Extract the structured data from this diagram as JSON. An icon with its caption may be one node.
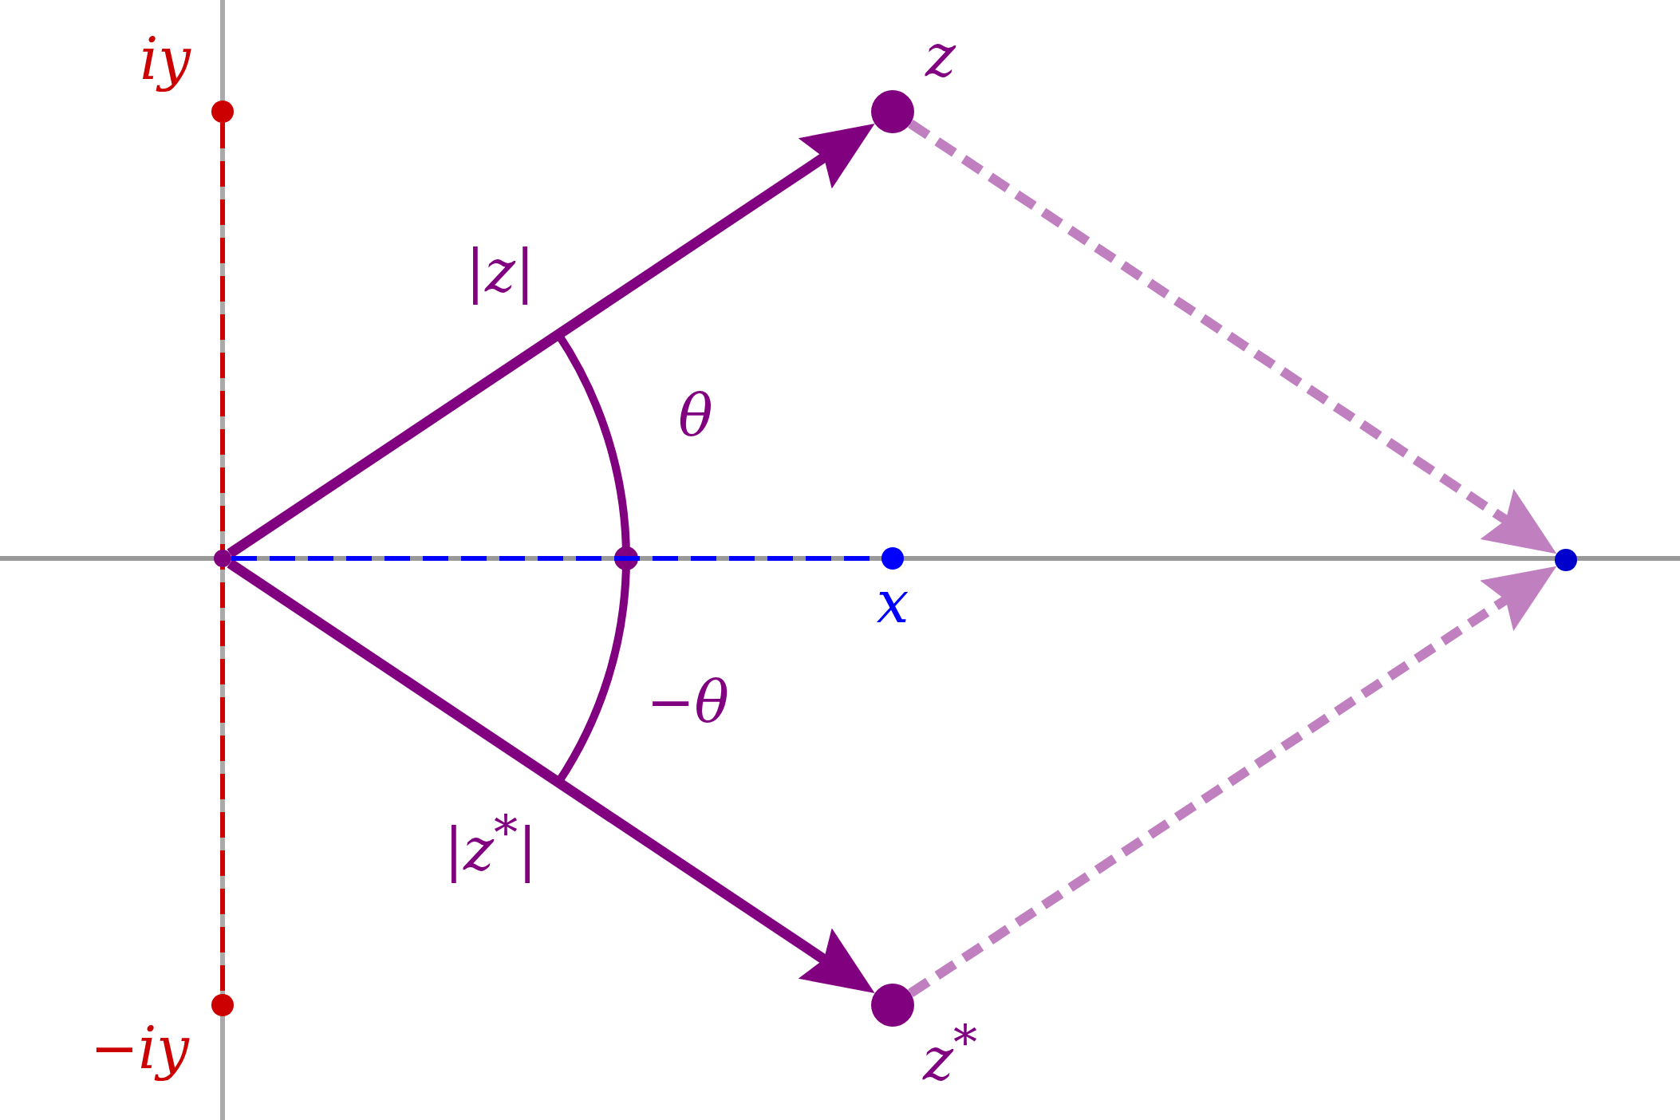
{
  "diagram": {
    "nodes": [
      {
        "text": [],
        "shape": "circle"
      },
      {
        "text": [],
        "shape": "circle",
        "beside": [
          "z"
        ]
      },
      {
        "text": [],
        "shape": "circle",
        "beside": [
          "z$^{*}$"
        ]
      },
      {
        "text": [],
        "shape": "circle",
        "beside": [
          "x"
        ]
      },
      {
        "text": [],
        "shape": "circle"
      },
      {
        "text": [],
        "shape": "circle",
        "beside": [
          "iy"
        ]
      },
      {
        "text": [],
        "shape": "circle",
        "beside": [
          "−iy"
        ]
      }
    ],
    "edges": [
      {
        "from": 0,
        "to": 1,
        "arrow": "to"
      },
      {
        "from": 0,
        "to": 2,
        "arrow": "to"
      },
      {
        "from": 1,
        "to": 4,
        "arrow": "to",
        "style": "dashed",
        "color": "#c080c0"
      },
      {
        "from": 2,
        "to": 4,
        "arrow": "to",
        "style": "dashed",
        "color": "#c080c0"
      },
      {
        "from": 0,
        "to": 3,
        "arrow": "none",
        "style": "dashed",
        "color": "#0000ff"
      },
      {
        "from": 5,
        "to": 6,
        "arrow": "none",
        "style": "dashed",
        "color": "#cc0000"
      }
    ],
    "labels": [
      "|z|",
      "θ",
      "−θ",
      "|z$^{*}$|"
    ]
  }
}
